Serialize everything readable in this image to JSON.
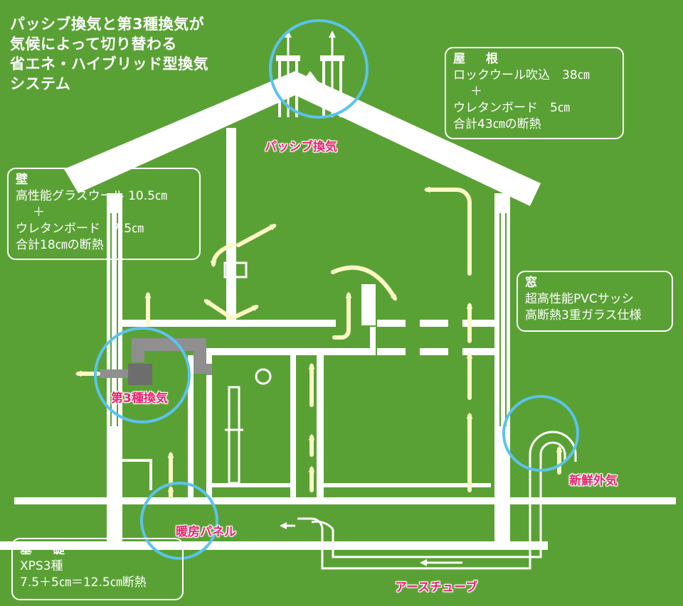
{
  "title_lines": [
    "パッシブ換気と第3種換気が",
    "気候によって切り替わる",
    "省エネ・ハイブリッド型換気",
    "システム"
  ],
  "roof": {
    "heading": "屋　根",
    "line1": "ロックウール吹込　38㎝",
    "plus": "＋",
    "line2": "ウレタンボード　5㎝",
    "line3": "合計43㎝の断熱"
  },
  "wall": {
    "heading": "壁",
    "line1": "高性能グラスウール 10.5㎝",
    "plus": "＋",
    "line2": "ウレタンボード　7.5㎝",
    "line3": "合計18㎝の断熱"
  },
  "window": {
    "heading": "窓",
    "line1": "超高性能PVCサッシ",
    "line2": "高断熱3重ガラス仕様"
  },
  "foundation": {
    "heading": "基　礎",
    "line1": "XPS3種",
    "line2": "7.5＋5㎝＝12.5㎝断熱"
  },
  "labels": {
    "passive": "パッシブ換気",
    "type3": "第3種換気",
    "fresh_air": "新鮮外気",
    "heating_panel": "暖房パネル",
    "earth_tube": "アースチューブ"
  },
  "colors": {
    "background": "#5aa135",
    "structure": "#ffffff",
    "airflow": "#fbf8c4",
    "highlight_circle": "#5bc3ec",
    "label": "#e6236e",
    "duct": "#8f8f8f"
  }
}
